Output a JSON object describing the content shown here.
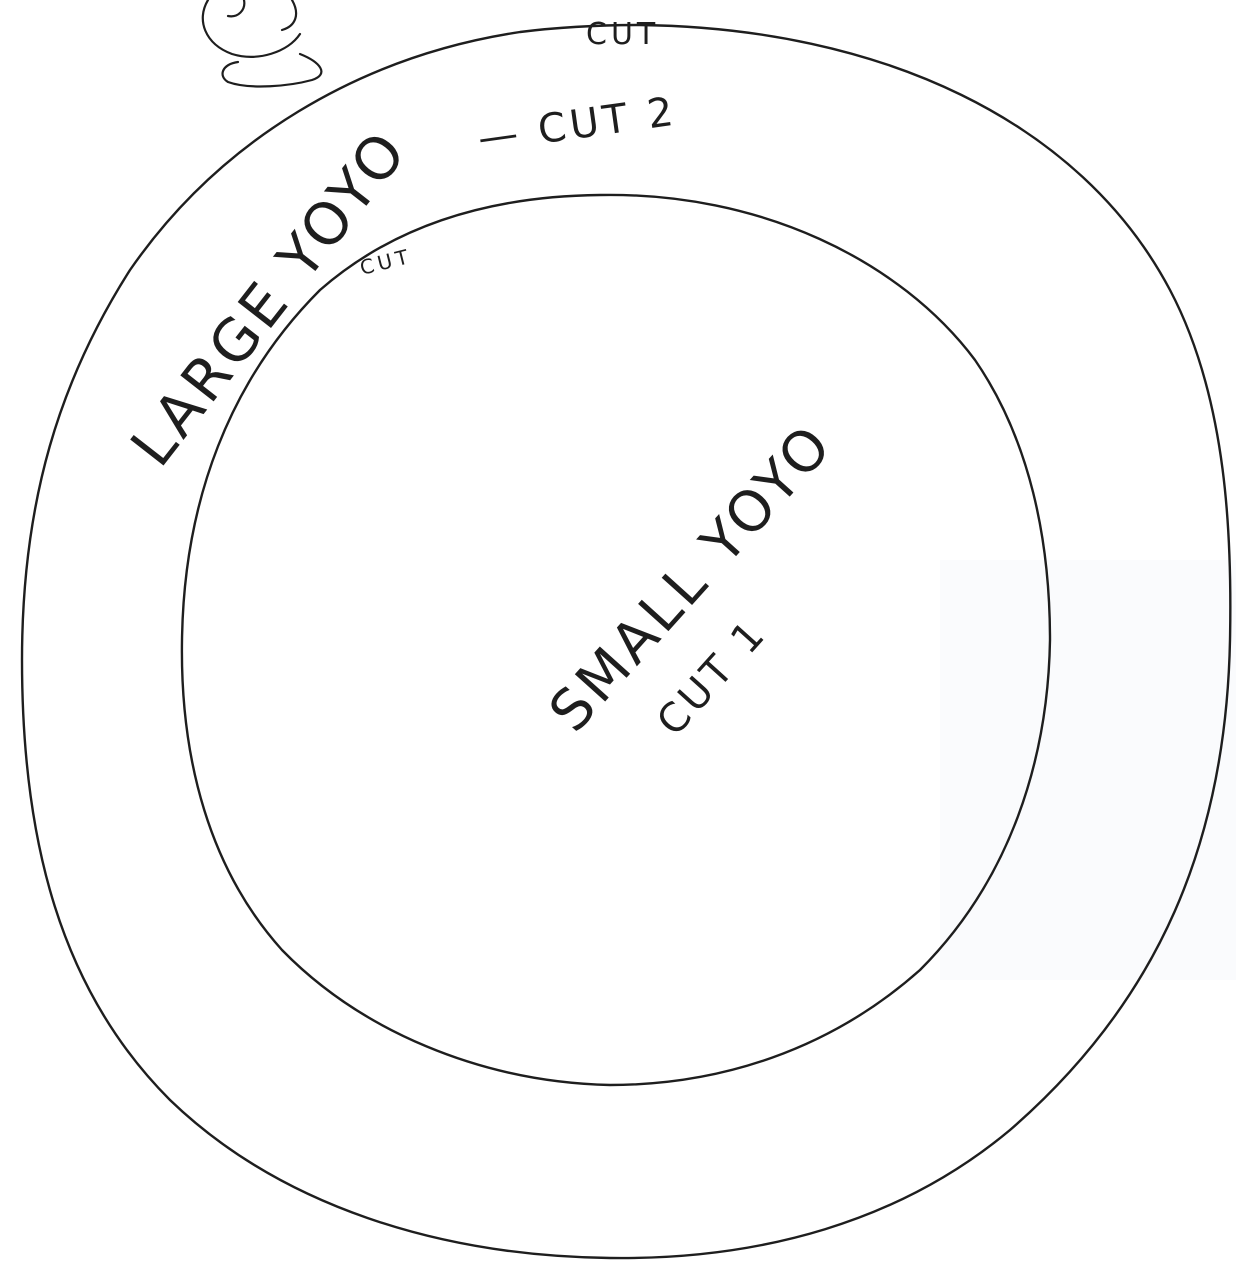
{
  "labels": {
    "outer_cut": "CUT",
    "large": "LARGE YOYO",
    "large_cut": "— CUT 2",
    "inner_cut": "CUT",
    "small": "SMALL YOYO",
    "small_cut": "CUT 1"
  },
  "colors": {
    "ink": "#1e1e1e",
    "paper": "#ffffff"
  }
}
